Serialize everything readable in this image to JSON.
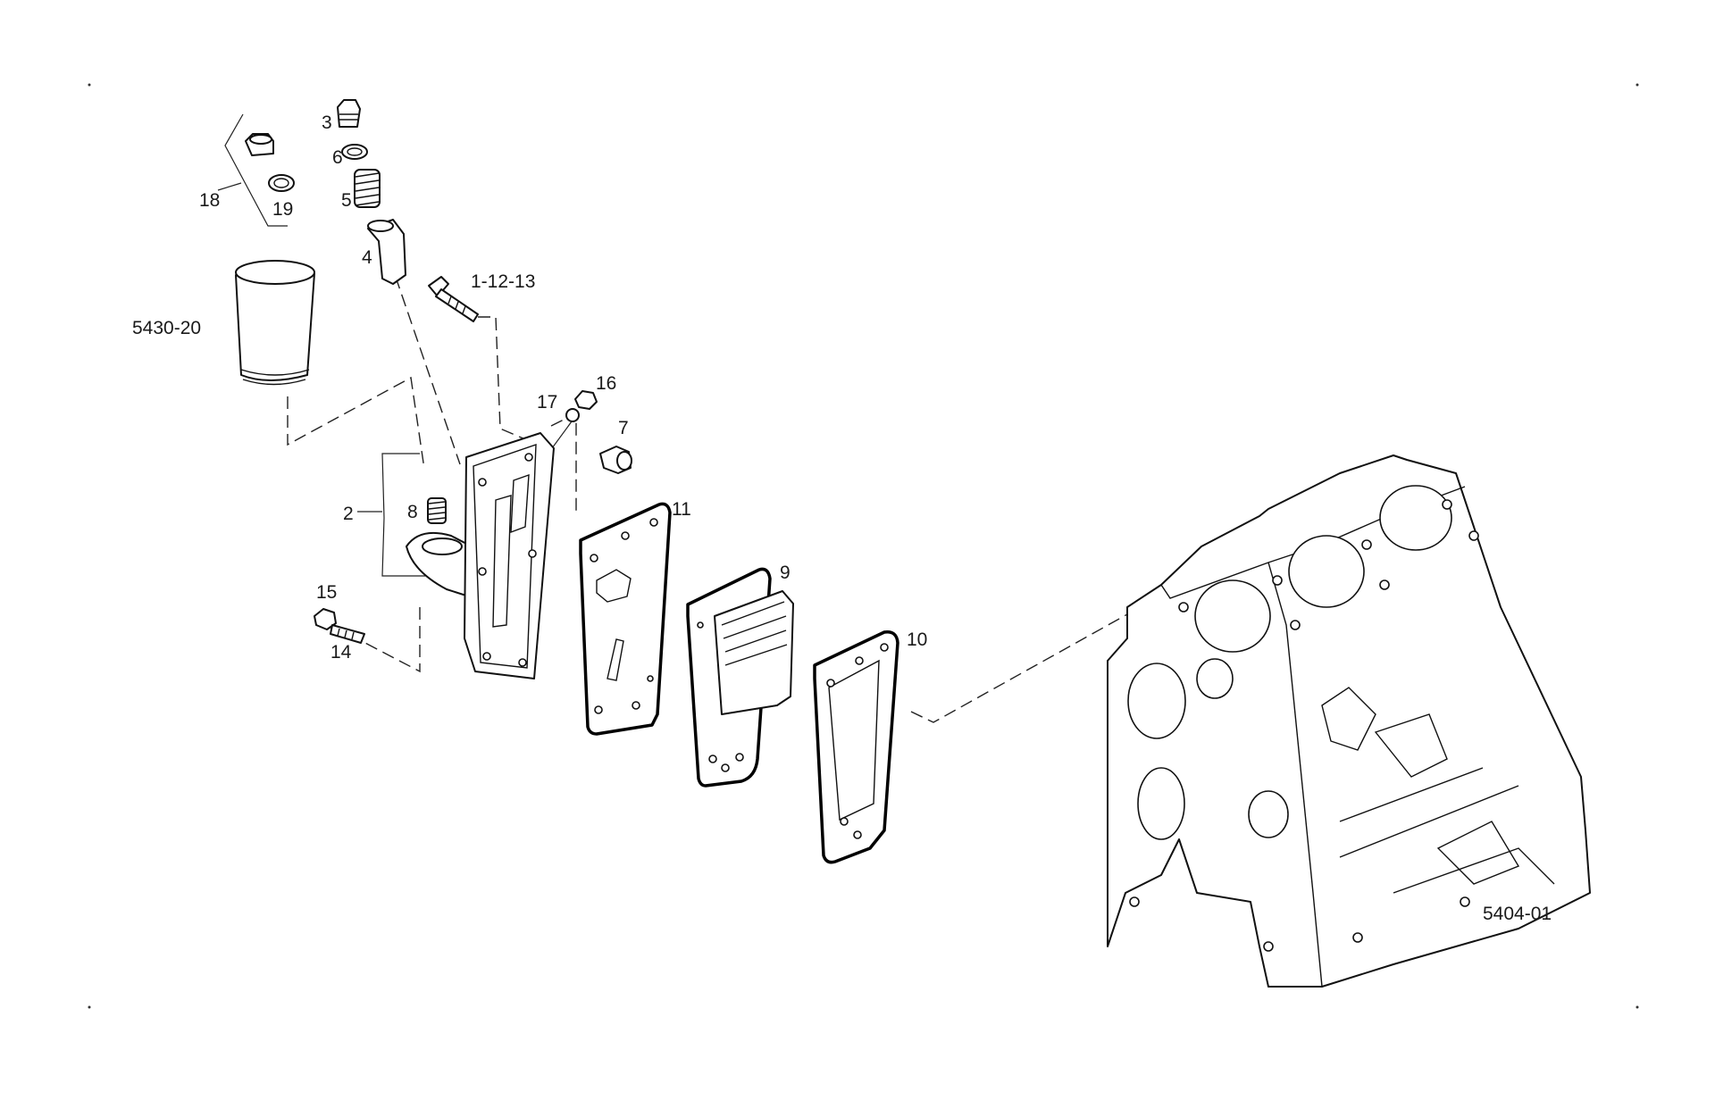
{
  "labels": {
    "filter": "5430-20",
    "block": "5404-01",
    "bolt_set": "1-12-13",
    "n2": "2",
    "n3": "3",
    "n4": "4",
    "n5": "5",
    "n6": "6",
    "n7": "7",
    "n8": "8",
    "n9": "9",
    "n10": "10",
    "n11": "11",
    "n14": "14",
    "n15": "15",
    "n16": "16",
    "n17": "17",
    "n18": "18",
    "n19": "19"
  }
}
